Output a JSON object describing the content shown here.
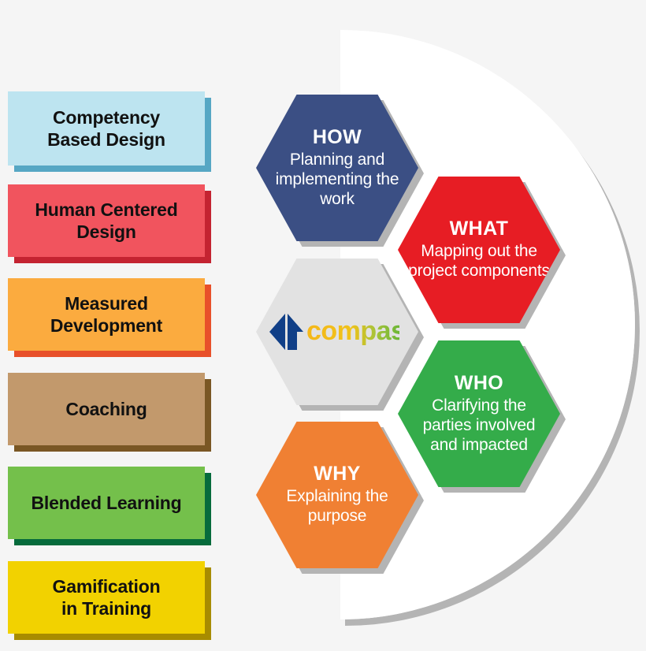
{
  "background": {
    "page_color": "#f5f5f5",
    "arc_color": "#ffffff",
    "arc_shadow_color": "#b4b4b4"
  },
  "left_list": {
    "name": "capability-list",
    "items": [
      {
        "label": "Competency Based Design",
        "line1": "Competency",
        "line2": "Based Design",
        "fill": "#bde4f0",
        "shadow": "#56a7c4",
        "name": "competency-based-design"
      },
      {
        "label": "Human Centered Design",
        "line1": "Human Centered",
        "line2": "Design",
        "fill": "#f1545e",
        "shadow": "#c42331",
        "name": "human-centered-design"
      },
      {
        "label": "Measured Development",
        "line1": "Measured",
        "line2": "Development",
        "fill": "#fbab3f",
        "shadow": "#e8502a",
        "name": "measured-development"
      },
      {
        "label": "Coaching",
        "line1": "Coaching",
        "line2": "",
        "fill": "#c2996c",
        "shadow": "#7a5724",
        "name": "coaching"
      },
      {
        "label": "Blended Learning",
        "line1": "Blended Learning",
        "line2": "",
        "fill": "#74c košt"
      },
      {
        "label": "Gamification in Training",
        "line1": "Gamification",
        "line2": "in Training",
        "fill": "#f2d200",
        "shadow": "#a88c00",
        "name": "gamification-in-training"
      }
    ]
  },
  "hexagons": [
    {
      "name": "how",
      "title": "HOW",
      "desc": "Planning and implementing the work",
      "fill": "#3b4f84"
    },
    {
      "name": "what",
      "title": "WHAT",
      "desc": "Mapping out the project components",
      "fill": "#e71d24"
    },
    {
      "name": "who",
      "title": "WHO",
      "desc": "Clarifying the parties involved and impacted",
      "fill": "#34ac4a"
    },
    {
      "name": "why",
      "title": "WHY",
      "desc": "Explaining the purpose",
      "fill": "#f08033"
    }
  ],
  "logo": {
    "name": "compas-logo",
    "wordmark": "compas",
    "mark_color": "#103f87",
    "word_color_start": "#f5b719",
    "word_color_end": "#5cb335",
    "hex_fill": "#e2e2e2"
  }
}
